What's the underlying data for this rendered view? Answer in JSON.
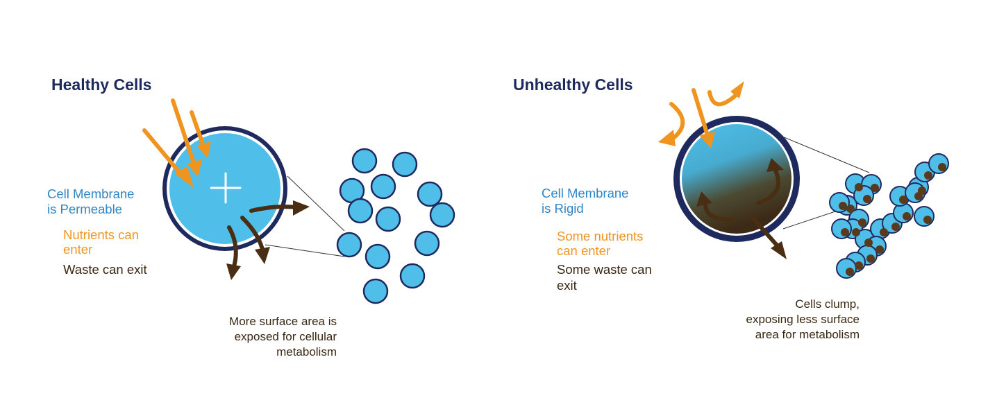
{
  "colors": {
    "title": "#1e2a5e",
    "membrane_text": "#2f86c6",
    "nutrient": "#ef951f",
    "waste": "#4a2e14",
    "cell_fill": "#4fbfe9",
    "cell_ring": "#1e2a5e",
    "cell_dark": "#4a3620"
  },
  "healthy": {
    "title": "Healthy Cells",
    "membrane_lines": [
      "Cell Membrane",
      "is Permeable"
    ],
    "nutrient_lines": [
      "Nutrients can",
      "enter"
    ],
    "waste_lines": [
      "Waste can exit"
    ],
    "caption_lines": [
      "More surface area is",
      "exposed for cellular",
      "metabolism"
    ]
  },
  "unhealthy": {
    "title": "Unhealthy Cells",
    "membrane_lines": [
      "Cell Membrane",
      "is Rigid"
    ],
    "nutrient_lines": [
      "Some nutrients",
      "can enter"
    ],
    "waste_lines": [
      "Some waste can",
      "exit"
    ],
    "caption_lines": [
      "Cells clump,",
      "exposing less surface",
      "area for metabolism"
    ]
  }
}
